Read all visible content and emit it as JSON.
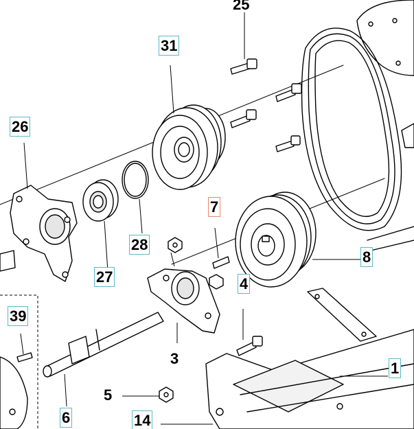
{
  "diagram": {
    "callouts": {
      "c25": "25",
      "c31": "31",
      "c26": "26",
      "c7": "7",
      "c28": "28",
      "c8": "8",
      "c27": "27",
      "c4": "4",
      "c39": "39",
      "c3": "3",
      "c1": "1",
      "c5": "5",
      "c6": "6",
      "c14": "14"
    },
    "colors": {
      "line": "#000000",
      "callout_box": "#5ab9c9",
      "callout_box_highlight": "#e08a6a",
      "part_fill": "#ffffff",
      "shade": "#d9d9d9"
    }
  }
}
